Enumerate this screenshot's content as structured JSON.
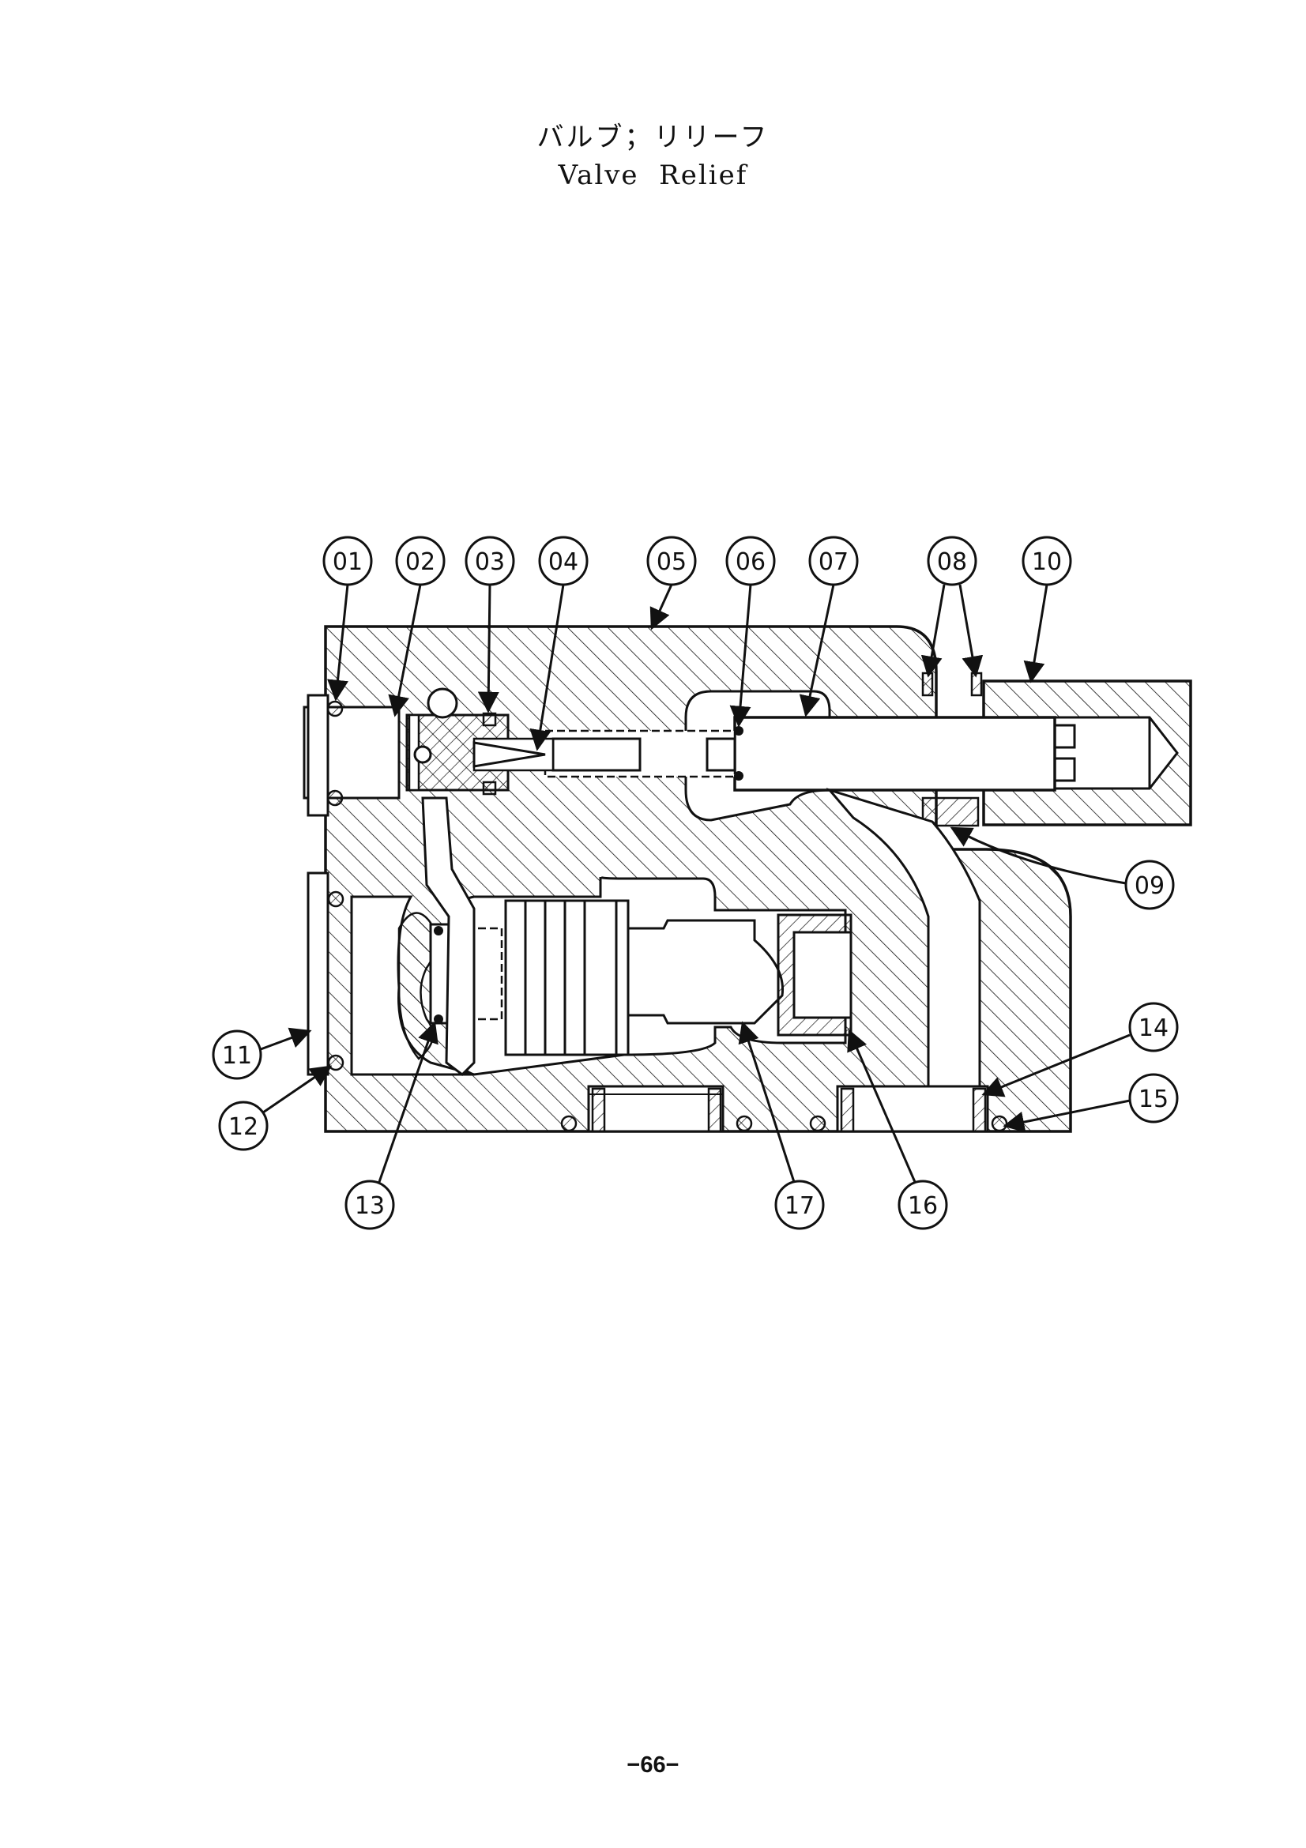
{
  "document": {
    "title_jp": "バルブ；リリーフ",
    "title_en": "Valve  Relief",
    "page_number": "−66−"
  },
  "diagram": {
    "callouts": [
      {
        "id": "c01",
        "label": "01"
      },
      {
        "id": "c02",
        "label": "02"
      },
      {
        "id": "c03",
        "label": "03"
      },
      {
        "id": "c04",
        "label": "04"
      },
      {
        "id": "c05",
        "label": "05"
      },
      {
        "id": "c06",
        "label": "06"
      },
      {
        "id": "c07",
        "label": "07"
      },
      {
        "id": "c08",
        "label": "08"
      },
      {
        "id": "c10",
        "label": "10"
      },
      {
        "id": "c09",
        "label": "09"
      },
      {
        "id": "c14",
        "label": "14"
      },
      {
        "id": "c15",
        "label": "15"
      },
      {
        "id": "c11",
        "label": "11"
      },
      {
        "id": "c12",
        "label": "12"
      },
      {
        "id": "c13",
        "label": "13"
      },
      {
        "id": "c17",
        "label": "17"
      },
      {
        "id": "c16",
        "label": "16"
      }
    ]
  }
}
